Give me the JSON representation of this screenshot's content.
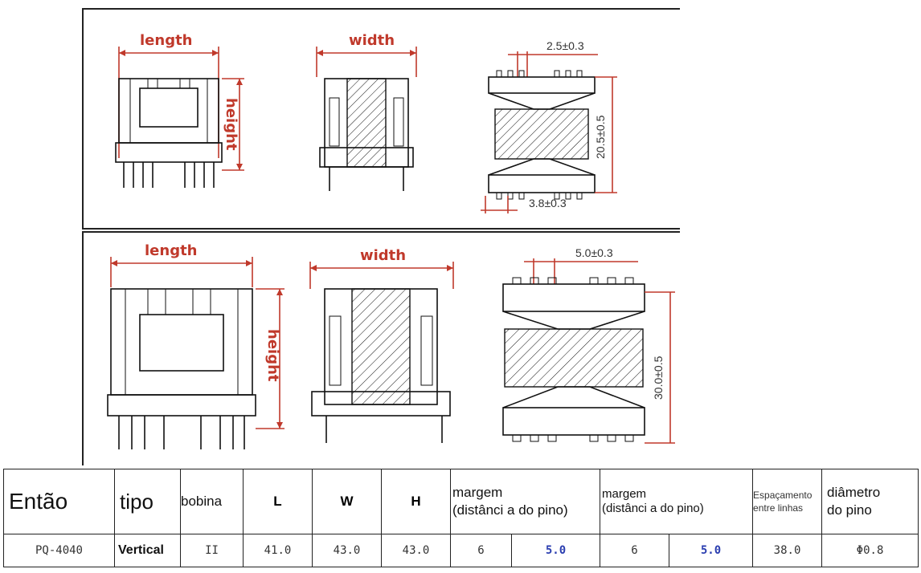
{
  "top_panel": {
    "length_label": "length",
    "width_label": "width",
    "height_label": "height",
    "pin_spacing_a": "2.5±0.3",
    "pin_spacing_b": "3.8±0.3",
    "core_height": "20.5±0.5"
  },
  "bottom_panel": {
    "length_label": "length",
    "width_label": "width",
    "height_label": "height",
    "pin_spacing": "5.0±0.3",
    "core_height": "30.0±0.5"
  },
  "table": {
    "headers": {
      "entao": "Então",
      "tipo": "tipo",
      "bobina": "bobina",
      "L": "L",
      "W": "W",
      "H": "H",
      "margem1_line1": "margem",
      "margem1_line2": "(distânci a do pino)",
      "margem2_line1": "margem",
      "margem2_line2": "(distânci a do pino)",
      "espacamento_line1": "Espaçamento",
      "espacamento_line2": "entre linhas",
      "diametro_line1": "diâmetro",
      "diametro_line2": "do pino"
    },
    "row": {
      "entao": "PQ-4040",
      "tipo": "Vertical",
      "bobina": "II",
      "L": "41.0",
      "W": "43.0",
      "H": "43.0",
      "margem1_a": "6",
      "margem1_b": "5.0",
      "margem2_a": "6",
      "margem2_b": "5.0",
      "espacamento": "38.0",
      "diametro": "Φ0.8"
    }
  },
  "colors": {
    "dimension_red": "#c0392b",
    "value_blue": "#2b3eb0"
  }
}
